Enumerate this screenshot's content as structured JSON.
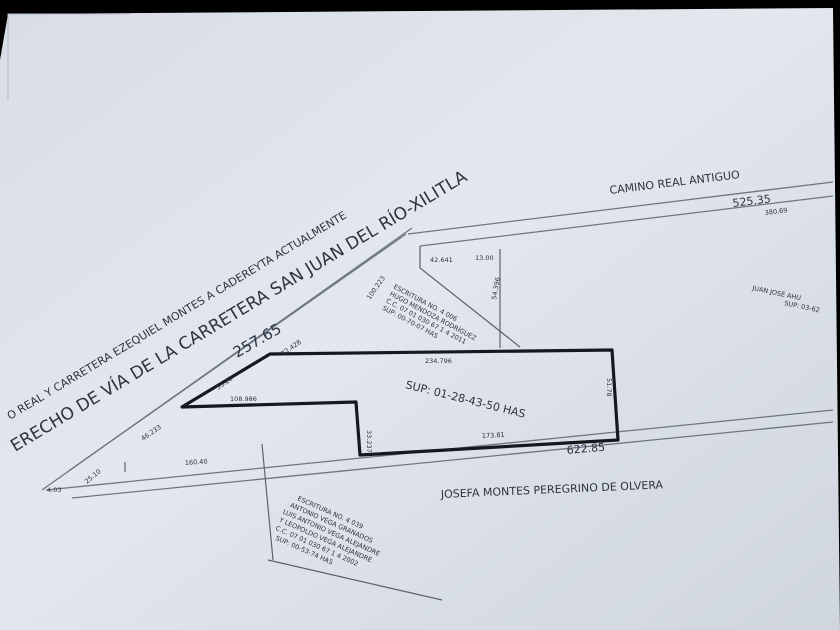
{
  "map": {
    "roads": {
      "camino_real": "CAMINO REAL ANTIGUO",
      "camino_real_length": "525.35",
      "camino_real_sub": "380.69",
      "highway_line1": "O REAL Y CARRETERA EZEQUIEL MONTES A CADEREYTA ACTUALMENTE",
      "highway_line2": "ERECHO DE VÍA DE LA CARRETERA SAN JUAN DEL RÍO-XILITLA",
      "highway_length": "257.65",
      "bottom_length": "622.85"
    },
    "owners": {
      "south": "JOSEFA MONTES PEREGRINO DE OLVERA",
      "east_line1": "JUAN JOSÉ AHU",
      "east_line2": "SUP: 03-62"
    },
    "parcel": {
      "area": "SUP: 01-28-43-50 HAS",
      "top": "234.796",
      "bottom": "173.81",
      "inner_top": "108.986",
      "inner_side": "33.237",
      "right_side": "51.78"
    },
    "segments": {
      "s_100_223": "100.223",
      "s_22_428": "22.428",
      "s_53_20": "53.20",
      "s_42_641": "42.641",
      "s_13_00": "13.00",
      "s_54_396": "54.396",
      "s_46_233": "46.233",
      "s_160_40": "160.40",
      "s_25_10": "25.10",
      "s_4_03": "4.03"
    },
    "deed_north": {
      "line1": "ESCRITURA NO. 4 006",
      "line2": "HUGO MENDOZA RODRÍGUEZ",
      "line3": "C.C. 07 01 030 67 1 4 2011",
      "line4": "SUP: 00-70-07 HAS"
    },
    "deed_south": {
      "line1": "ESCRITURA NO. 4 039",
      "line2": "ANTONIO VEGA GRANADOS",
      "line3": "LUIS ANTONIO VEGA ALEJANDRE",
      "line4": "Y LEOPOLDO VEGA ALEJANDRE",
      "line5": "C.C. 07 01 030 67 1 4 2002",
      "line6": "SUP: 00-53-74 HAS"
    }
  }
}
